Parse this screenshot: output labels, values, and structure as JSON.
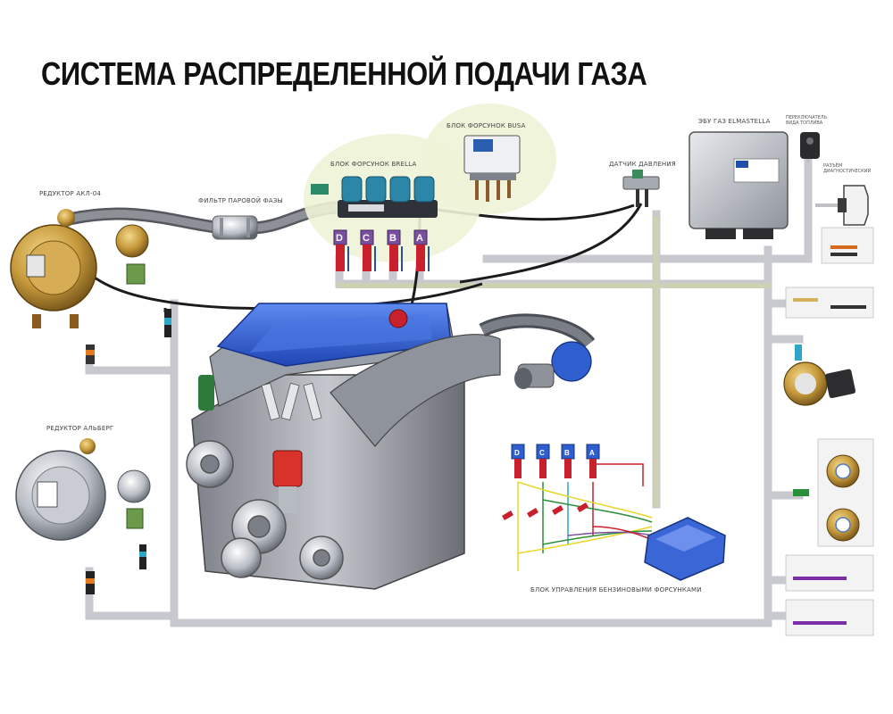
{
  "title": "СИСТЕМА РАСПРЕДЕЛЕННОЙ ПОДАЧИ ГАЗА",
  "labels": {
    "reducer_top": "РЕДУКТОР АКЛ-04",
    "vapor_filter": "ФИЛЬТР ПАРОВОЙ ФАЗЫ",
    "injector_rail": "БЛОК ФОРСУНОК BRELLA",
    "injector_block": "БЛОК ФОРСУНОК BUSA",
    "pressure_sensor": "ДАТЧИК ДАВЛЕНИЯ",
    "ecu": "ЭБУ ГАЗ ELMASTELLA",
    "switch": "ПЕРЕКЛЮЧАТЕЛЬ ВИДА ТОПЛИВА",
    "diag_connector": "РАЗЪЁМ ДИАГНОСТИЧЕСКИЙ",
    "reducer_bottom": "РЕДУКТОР АЛЬБЕРГ",
    "petrol_injector_ecu": "БЛОК УПРАВЛЕНИЯ БЕНЗИНОВЫМИ ФОРСУНКАМИ"
  },
  "injector_letters": [
    "D",
    "C",
    "B",
    "A"
  ],
  "colors": {
    "harness": "#b8b8bc",
    "harness_light": "#c9c9b3",
    "engine_blue": "#3a66d4",
    "engine_grey": "#a3a6ad",
    "brass": "#c79a3c",
    "injector_teal": "#2c86a8",
    "injector_body": "#7a4fa0",
    "injector_red": "#c8202c",
    "bubble": "#eef3d6"
  }
}
